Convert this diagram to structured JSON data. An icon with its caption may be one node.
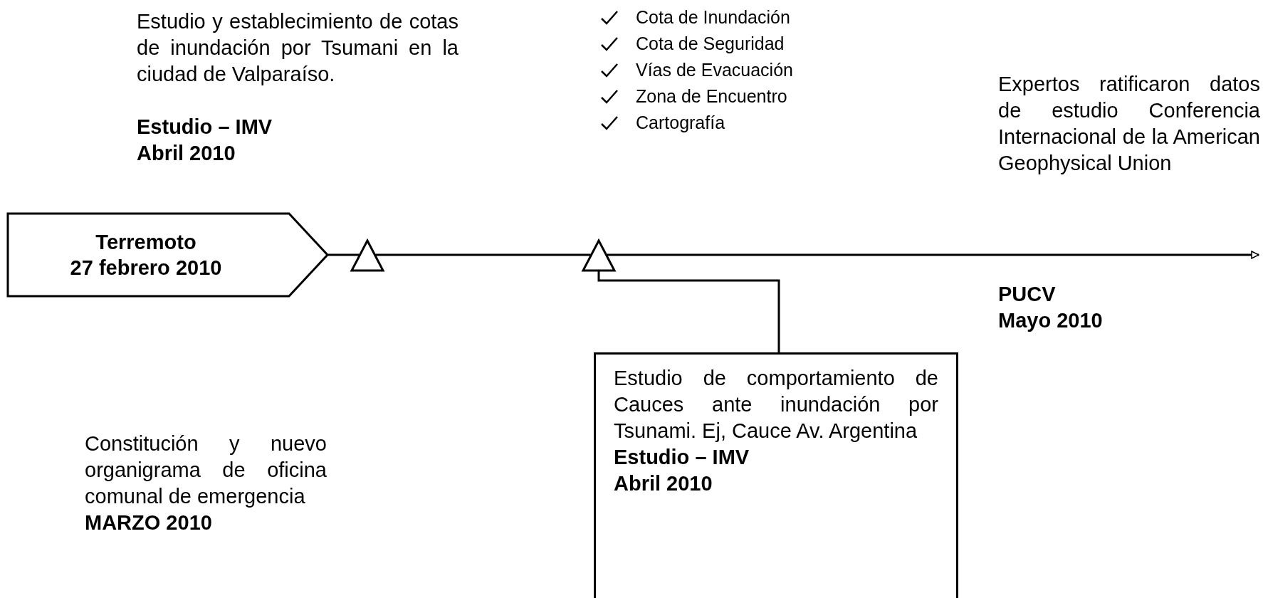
{
  "diagram": {
    "nodes": [
      {
        "text": [
          "Terremoto",
          "27 febrero 2010"
        ]
      },
      {
        "text": [],
        "shape": "triangle"
      },
      {
        "text": [],
        "shape": "triangle"
      },
      {
        "text": [
          "Estudio de comportamiento de Cauces ante inundación por Tsunami. Ej, Cauce Av. Argentina",
          "Estudio – IMV",
          "Abril 2010"
        ]
      }
    ],
    "edges": [
      {
        "from": 0,
        "to": 1,
        "arrow": "none"
      },
      {
        "from": 1,
        "to": 2,
        "arrow": "none"
      },
      {
        "from": 2,
        "to": null,
        "arrow": "to"
      },
      {
        "from": 3,
        "to": 2,
        "arrow": "none"
      }
    ],
    "labels": [
      "Estudio y establecimiento de cotas de inundación por Tsumani en la ciudad de Valparaíso.",
      "Estudio – IMV",
      "Abril 2010",
      "Cota de Inundación",
      "Cota de Seguridad",
      "Vías de Evacuación",
      "Zona de Encuentro",
      "Cartografía",
      "Expertos ratificaron datos de estudio Conferencia Internacional de la American Geophysical Union",
      "PUCV",
      "Mayo 2010",
      "Constitución y nuevo organigrama de oficina comunal de emergencia",
      "MARZO 2010"
    ]
  }
}
